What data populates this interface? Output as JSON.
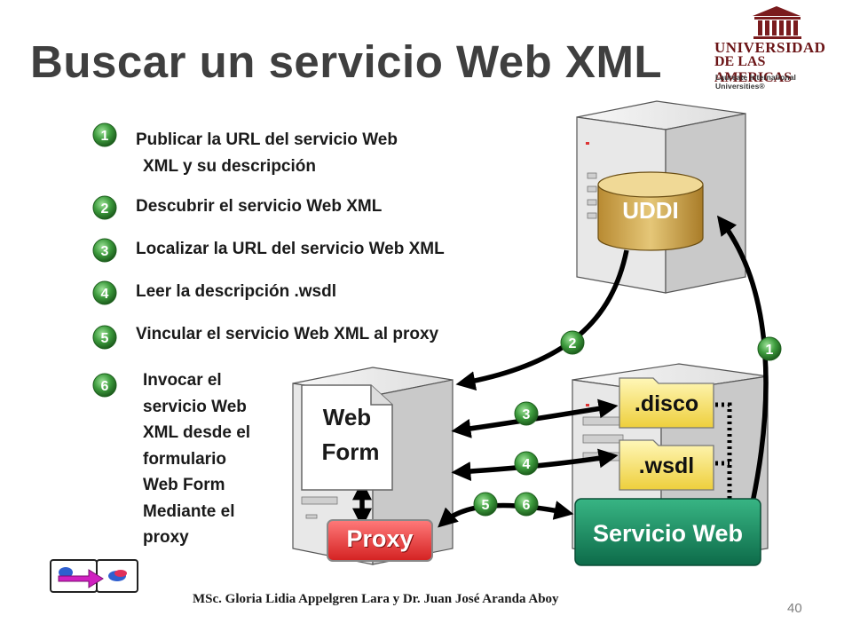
{
  "title": "Buscar un servicio Web XML",
  "logo": {
    "line1": "UNIVERSIDAD",
    "line2": "DE LAS AMERICAS",
    "line3": "Laureate International Universities®"
  },
  "steps": [
    {
      "number": "1",
      "text_line1": "Publicar la URL del servicio Web",
      "text_line2": "XML y su descripción"
    },
    {
      "number": "2",
      "text": "Descubrir el servicio Web XML"
    },
    {
      "number": "3",
      "text": "Localizar la URL del servicio Web XML"
    },
    {
      "number": "4",
      "text": "Leer la descripción .wsdl"
    },
    {
      "number": "5",
      "text": "Vincular el servicio Web XML al proxy"
    },
    {
      "number": "6",
      "lines": [
        "Invocar el",
        "servicio Web",
        "XML desde el",
        "formulario",
        "Web Form",
        "Mediante el",
        "proxy"
      ]
    }
  ],
  "diagram": {
    "uddi_label": "UDDI",
    "webform_line1": "Web",
    "webform_line2": "Form",
    "proxy_label": "Proxy",
    "disco_label": ".disco",
    "wsdl_label": ".wsdl",
    "service_label": "Servicio Web",
    "badges": [
      "1",
      "2",
      "3",
      "4",
      "5",
      "6"
    ]
  },
  "colors": {
    "badge": "#3d9b3d",
    "uddi": "#c9a04a",
    "proxy": "#e23a3a",
    "file": "#f3e36a",
    "service": "#13805a"
  },
  "footer": "MSc. Gloria Lidia Appelgren Lara y Dr. Juan José Aranda Aboy",
  "page_number": "40"
}
